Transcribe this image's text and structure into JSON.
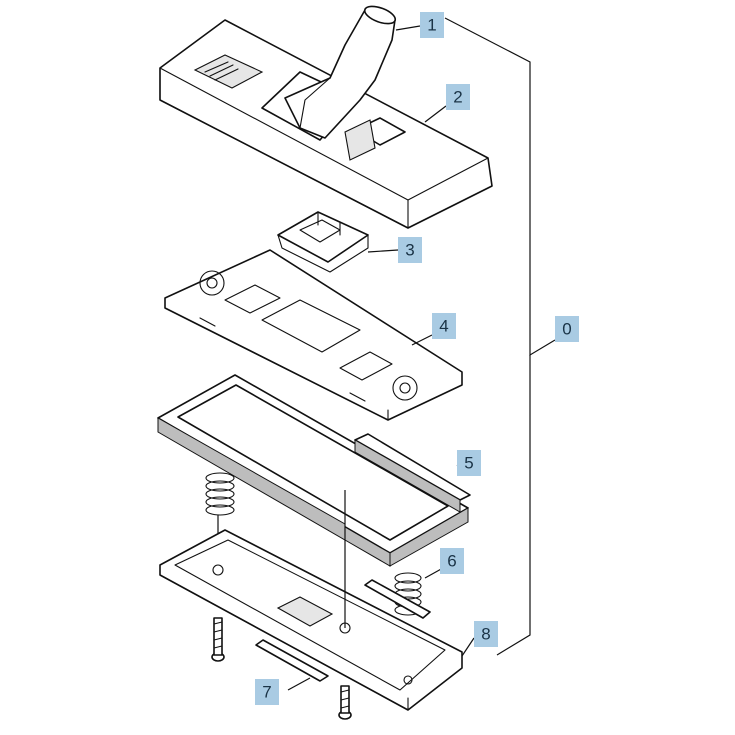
{
  "callouts": [
    {
      "label": "1"
    },
    {
      "label": "2"
    },
    {
      "label": "3"
    },
    {
      "label": "4"
    },
    {
      "label": "0"
    },
    {
      "label": "5"
    },
    {
      "label": "6"
    },
    {
      "label": "8"
    },
    {
      "label": "7"
    }
  ]
}
